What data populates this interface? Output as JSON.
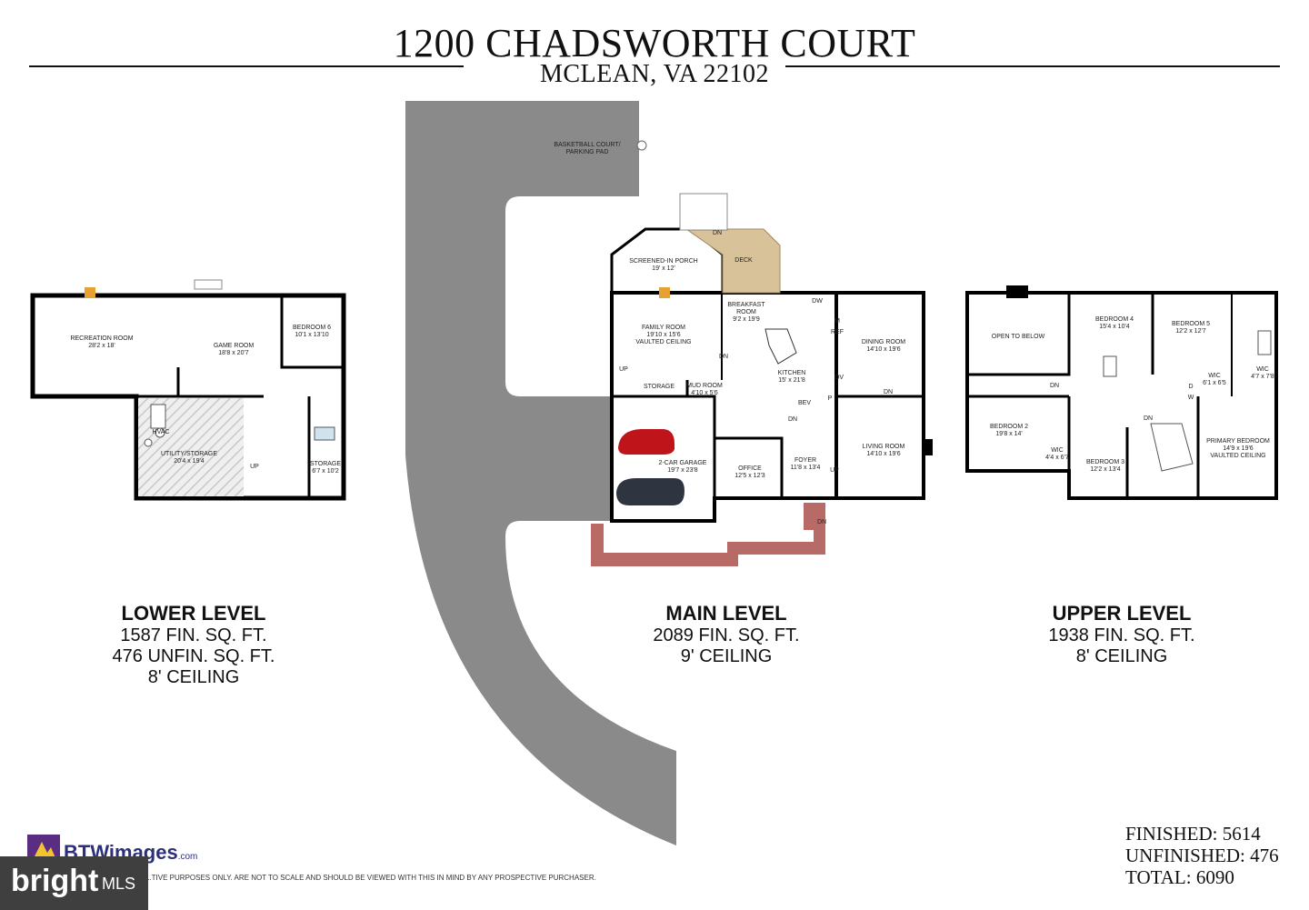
{
  "header": {
    "title": "1200 CHADSWORTH COURT",
    "subtitle": "MCLEAN, VA 22102"
  },
  "levels": [
    {
      "name": "LOWER LEVEL",
      "lines": [
        "1587 FIN. SQ. FT.",
        "476 UNFIN. SQ. FT.",
        "8' CEILING"
      ]
    },
    {
      "name": "MAIN LEVEL",
      "lines": [
        "2089 FIN. SQ. FT.",
        "9' CEILING"
      ]
    },
    {
      "name": "UPPER LEVEL",
      "lines": [
        "1938 FIN. SQ. FT.",
        "8' CEILING"
      ]
    }
  ],
  "labels": {
    "basketball": [
      "BASKETBALL COURT/",
      "PARKING PAD"
    ],
    "recreation": [
      "RECREATION ROOM",
      "28'2 x 18'"
    ],
    "game": [
      "GAME ROOM",
      "18'8 x 20'7"
    ],
    "bedroom6": [
      "BEDROOM 6",
      "10'1 x 13'10"
    ],
    "utility": [
      "UTILITY/STORAGE",
      "20'4 x 19'4"
    ],
    "storage_lower": [
      "STORAGE",
      "6'7 x 10'2"
    ],
    "screened": [
      "SCREENED-IN PORCH",
      "19' x 12'"
    ],
    "deck": "DECK",
    "breakfast": [
      "BREAKFAST",
      "ROOM",
      "9'2 x 19'9"
    ],
    "family": [
      "FAMILY ROOM",
      "19'10 x 15'6",
      "VAULTED CEILING"
    ],
    "kitchen": [
      "KITCHEN",
      "15' x 21'8"
    ],
    "dining": [
      "DINING ROOM",
      "14'10 x 19'6"
    ],
    "living": [
      "LIVING ROOM",
      "14'10 x 19'6"
    ],
    "mudroom": [
      "MUD ROOM",
      "4'10 x 5'6"
    ],
    "storage_main": "STORAGE",
    "garage": [
      "2-CAR GARAGE",
      "19'7 x 23'8"
    ],
    "office": [
      "OFFICE",
      "12'5 x 12'3"
    ],
    "foyer": [
      "FOYER",
      "11'8 x 13'4"
    ],
    "open_below": "OPEN TO BELOW",
    "bedroom4": [
      "BEDROOM 4",
      "15'4 x 10'4"
    ],
    "bedroom5": [
      "BEDROOM 5",
      "12'2 x 12'7"
    ],
    "bedroom2": [
      "BEDROOM 2",
      "19'8 x 14'"
    ],
    "bedroom3": [
      "BEDROOM 3",
      "12'2 x 13'4"
    ],
    "primary": [
      "PRIMARY BEDROOM",
      "14'9 x 19'6",
      "VAULTED CEILING"
    ],
    "wic1": [
      "WIC",
      "6'1 x 6'5"
    ],
    "wic2": [
      "WIC",
      "4'7 x 7'8"
    ],
    "wic3": [
      "WIC",
      "4'4 x 6'7"
    ],
    "dn": "DN",
    "up": "UP",
    "dw": "DW",
    "ref": "REF",
    "ov": "OV",
    "bev": "BEV",
    "p": "P",
    "m": "M",
    "d": "D",
    "w": "W",
    "hvac": "HVAC"
  },
  "totals": {
    "finished": "FINISHED: 5614",
    "unfinished": "UNFINISHED: 476",
    "total": "TOTAL: 6090"
  },
  "disclaimer": "...TIVE PURPOSES ONLY. ARE NOT TO SCALE AND SHOULD BE VIEWED WITH THIS IN MIND BY ANY PROSPECTIVE PURCHASER.",
  "branding": {
    "bt": "BTWimages",
    "bt_suffix": ".com",
    "bright": "bright",
    "mls": "MLS"
  },
  "colors": {
    "driveway": "#8a8a8a",
    "deck": "#d8c29a",
    "walkway": "#b86b66",
    "car_red": "#c0141b",
    "car_dark": "#2e3440"
  }
}
